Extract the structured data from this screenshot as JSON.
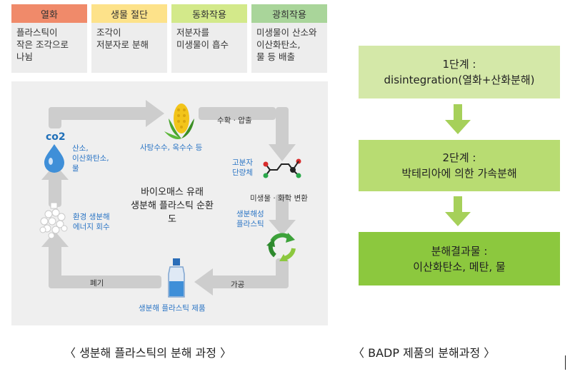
{
  "stages": [
    {
      "label": "열화",
      "desc": "플라스틱이\n작은 조각으로\n나뉨",
      "color": "#f08a6a"
    },
    {
      "label": "생물 절단",
      "desc": "조각이\n저분자로 분해",
      "color": "#fde28a"
    },
    {
      "label": "동화작용",
      "desc": "저분자를\n미생물이 흡수",
      "color": "#d3e98a"
    },
    {
      "label": "광희작용",
      "desc": "미생물이 산소와\n이산화탄소,\n물 등 배출",
      "color": "#a9d59a"
    }
  ],
  "cycle": {
    "center_title": "바이오매스 유래\n생분해 플라스틱 순환도",
    "co2": "co2",
    "water_label": "산소,\n이산화탄소,\n물",
    "crop_label": "사탕수수, 옥수수 등",
    "harvest_label": "수확 · 압출",
    "monomer_label": "고분자\n단량체",
    "microbe_label": "미생물 · 화학 변환",
    "plastic_label": "생분해성\n플라스틱",
    "processing_label": "가공",
    "product_label": "생분해 플라스틱 제품",
    "disposal_label": "폐기",
    "energy_label": "환경 생분해\n에너지 회수"
  },
  "badp": {
    "step1_title": "1단계 :",
    "step1_desc": "disintegration(열화+산화분해)",
    "step2_title": "2단계 :",
    "step2_desc": "박테리아에 의한 가속분해",
    "step3_title": "분해결과물 :",
    "step3_desc": "이산화탄소, 메탄, 물"
  },
  "captions": {
    "left": "〈 생분해 플라스틱의 분해 과정 〉",
    "right": "〈 BADP 제품의 분해과정 〉"
  },
  "colors": {
    "cycle_arrow": "#cdcdcd",
    "accent_blue": "#2c76c5",
    "step_arrow": "#a6d05a"
  }
}
